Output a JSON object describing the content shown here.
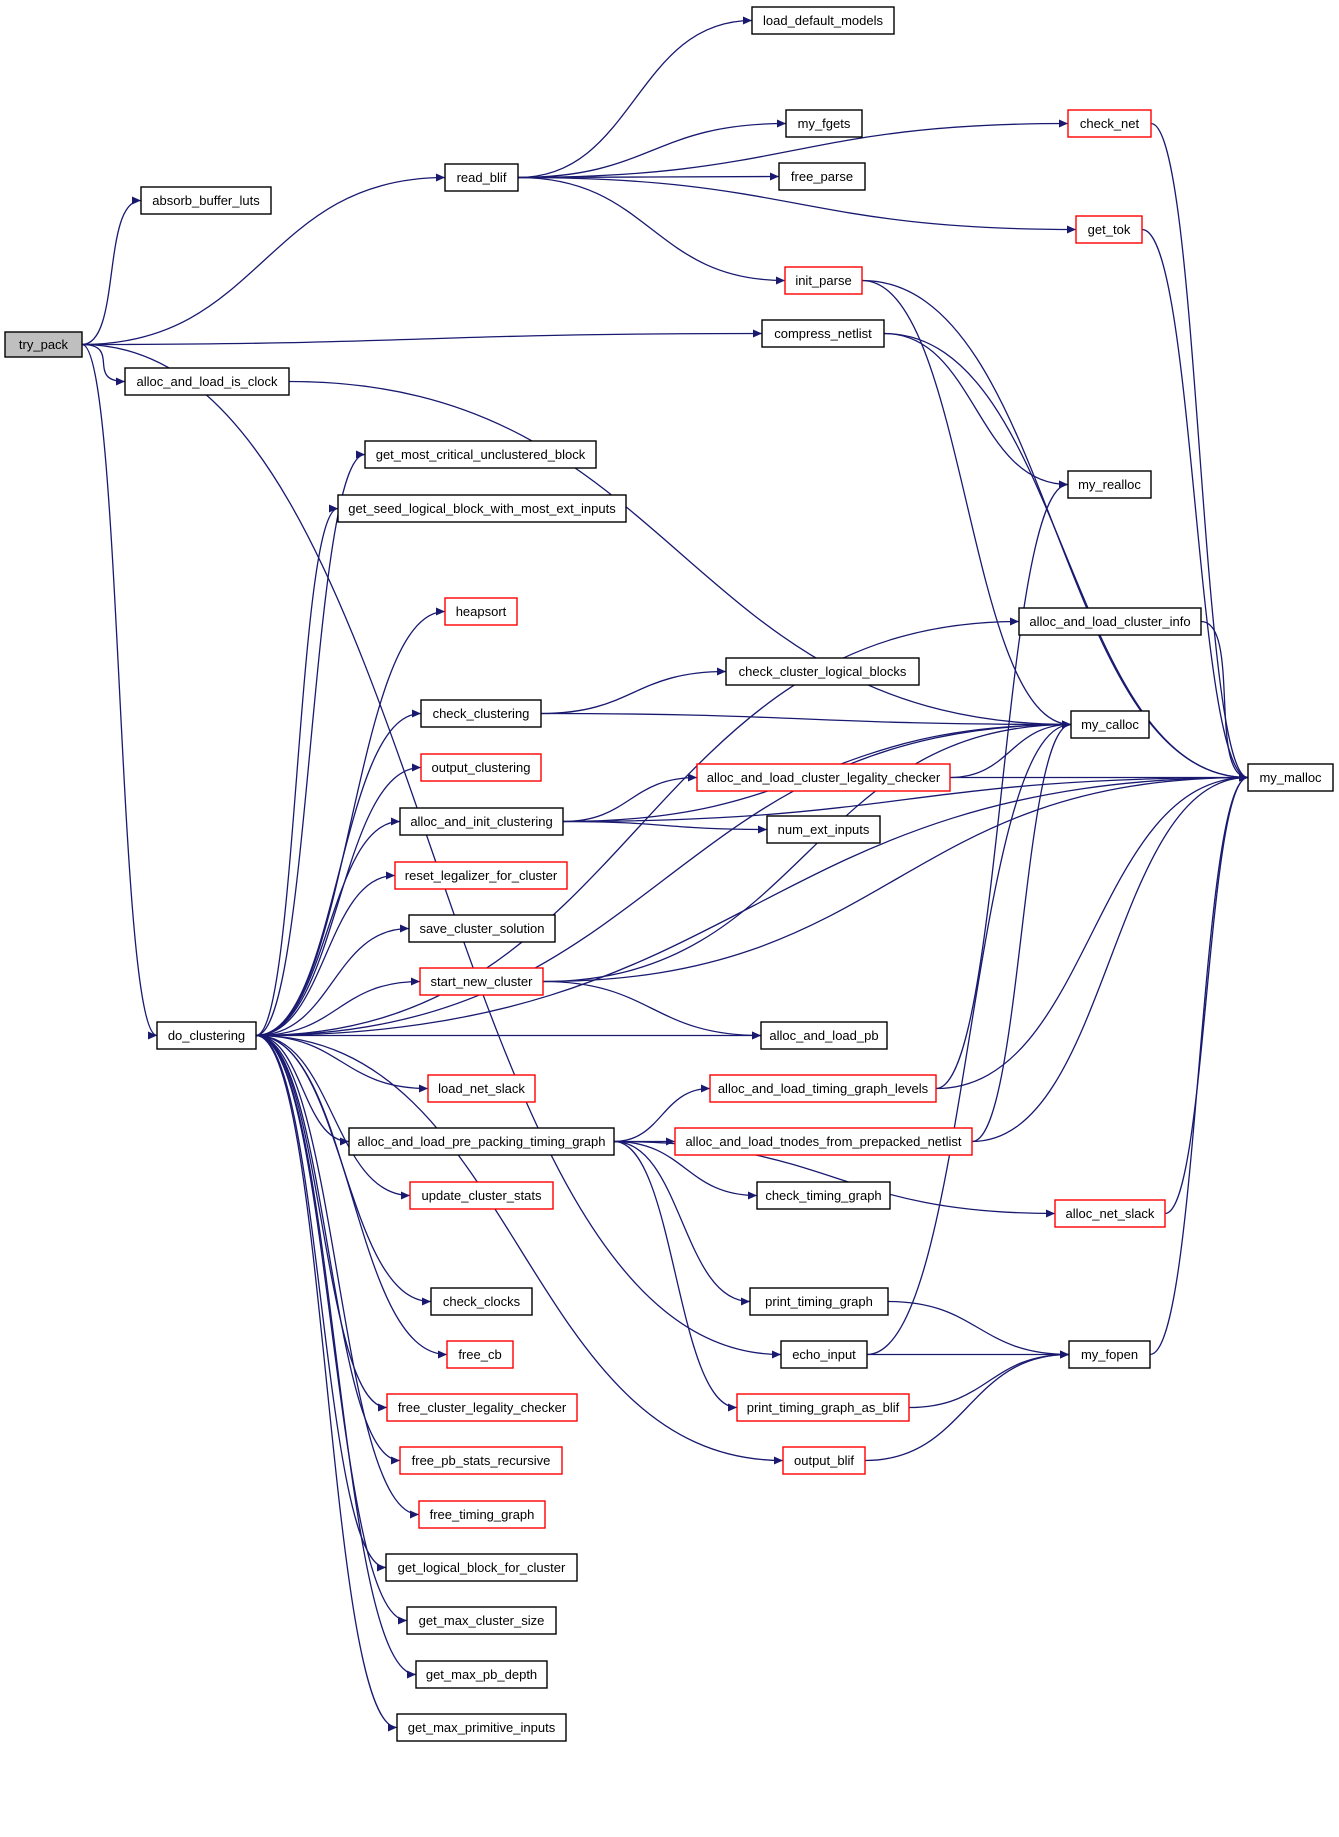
{
  "colors": {
    "edge": "#191970",
    "truncated_border": "#ff0000",
    "normal_border": "#000000",
    "root_fill": "#bfbfbf"
  },
  "nodes": [
    {
      "id": "try_pack",
      "label": "try_pack",
      "style": "root"
    },
    {
      "id": "absorb_buffer_luts",
      "label": "absorb_buffer_luts",
      "style": "normal"
    },
    {
      "id": "read_blif",
      "label": "read_blif",
      "style": "normal"
    },
    {
      "id": "alloc_and_load_is_clock",
      "label": "alloc_and_load_is_clock",
      "style": "normal"
    },
    {
      "id": "do_clustering",
      "label": "do_clustering",
      "style": "normal"
    },
    {
      "id": "load_default_models",
      "label": "load_default_models",
      "style": "normal"
    },
    {
      "id": "my_fgets",
      "label": "my_fgets",
      "style": "normal"
    },
    {
      "id": "free_parse",
      "label": "free_parse",
      "style": "normal"
    },
    {
      "id": "init_parse",
      "label": "init_parse",
      "style": "truncated"
    },
    {
      "id": "compress_netlist",
      "label": "compress_netlist",
      "style": "normal"
    },
    {
      "id": "check_net",
      "label": "check_net",
      "style": "truncated"
    },
    {
      "id": "get_tok",
      "label": "get_tok",
      "style": "truncated"
    },
    {
      "id": "my_realloc",
      "label": "my_realloc",
      "style": "normal"
    },
    {
      "id": "my_calloc",
      "label": "my_calloc",
      "style": "normal"
    },
    {
      "id": "my_malloc",
      "label": "my_malloc",
      "style": "normal"
    },
    {
      "id": "alloc_and_load_cluster_info",
      "label": "alloc_and_load_cluster_info",
      "style": "normal"
    },
    {
      "id": "get_most_critical_unclustered_block",
      "label": "get_most_critical_unclustered_block",
      "style": "normal"
    },
    {
      "id": "get_seed_logical_block_with_most_ext_inputs",
      "label": "get_seed_logical_block_with_most_ext_inputs",
      "style": "normal"
    },
    {
      "id": "heapsort",
      "label": "heapsort",
      "style": "truncated"
    },
    {
      "id": "check_clustering",
      "label": "check_clustering",
      "style": "normal"
    },
    {
      "id": "check_cluster_logical_blocks",
      "label": "check_cluster_logical_blocks",
      "style": "normal"
    },
    {
      "id": "output_clustering",
      "label": "output_clustering",
      "style": "truncated"
    },
    {
      "id": "alloc_and_load_cluster_legality_checker",
      "label": "alloc_and_load_cluster_legality_checker",
      "style": "truncated"
    },
    {
      "id": "alloc_and_init_clustering",
      "label": "alloc_and_init_clustering",
      "style": "normal"
    },
    {
      "id": "num_ext_inputs",
      "label": "num_ext_inputs",
      "style": "normal"
    },
    {
      "id": "reset_legalizer_for_cluster",
      "label": "reset_legalizer_for_cluster",
      "style": "truncated"
    },
    {
      "id": "save_cluster_solution",
      "label": "save_cluster_solution",
      "style": "normal"
    },
    {
      "id": "start_new_cluster",
      "label": "start_new_cluster",
      "style": "truncated"
    },
    {
      "id": "alloc_and_load_pb",
      "label": "alloc_and_load_pb",
      "style": "normal"
    },
    {
      "id": "load_net_slack",
      "label": "load_net_slack",
      "style": "truncated"
    },
    {
      "id": "alloc_and_load_timing_graph_levels",
      "label": "alloc_and_load_timing_graph_levels",
      "style": "truncated"
    },
    {
      "id": "alloc_and_load_pre_packing_timing_graph",
      "label": "alloc_and_load_pre_packing_timing_graph",
      "style": "normal"
    },
    {
      "id": "alloc_and_load_tnodes_from_prepacked_netlist",
      "label": "alloc_and_load_tnodes_from_prepacked_netlist",
      "style": "truncated"
    },
    {
      "id": "update_cluster_stats",
      "label": "update_cluster_stats",
      "style": "truncated"
    },
    {
      "id": "check_timing_graph",
      "label": "check_timing_graph",
      "style": "normal"
    },
    {
      "id": "alloc_net_slack",
      "label": "alloc_net_slack",
      "style": "truncated"
    },
    {
      "id": "check_clocks",
      "label": "check_clocks",
      "style": "normal"
    },
    {
      "id": "print_timing_graph",
      "label": "print_timing_graph",
      "style": "normal"
    },
    {
      "id": "free_cb",
      "label": "free_cb",
      "style": "truncated"
    },
    {
      "id": "echo_input",
      "label": "echo_input",
      "style": "normal"
    },
    {
      "id": "my_fopen",
      "label": "my_fopen",
      "style": "normal"
    },
    {
      "id": "free_cluster_legality_checker",
      "label": "free_cluster_legality_checker",
      "style": "truncated"
    },
    {
      "id": "print_timing_graph_as_blif",
      "label": "print_timing_graph_as_blif",
      "style": "truncated"
    },
    {
      "id": "free_pb_stats_recursive",
      "label": "free_pb_stats_recursive",
      "style": "truncated"
    },
    {
      "id": "output_blif",
      "label": "output_blif",
      "style": "truncated"
    },
    {
      "id": "free_timing_graph",
      "label": "free_timing_graph",
      "style": "truncated"
    },
    {
      "id": "get_logical_block_for_cluster",
      "label": "get_logical_block_for_cluster",
      "style": "normal"
    },
    {
      "id": "get_max_cluster_size",
      "label": "get_max_cluster_size",
      "style": "normal"
    },
    {
      "id": "get_max_pb_depth",
      "label": "get_max_pb_depth",
      "style": "normal"
    },
    {
      "id": "get_max_primitive_inputs",
      "label": "get_max_primitive_inputs",
      "style": "normal"
    }
  ],
  "edges": [
    [
      "try_pack",
      "absorb_buffer_luts"
    ],
    [
      "try_pack",
      "read_blif"
    ],
    [
      "try_pack",
      "compress_netlist"
    ],
    [
      "try_pack",
      "alloc_and_load_is_clock"
    ],
    [
      "try_pack",
      "do_clustering"
    ],
    [
      "try_pack",
      "echo_input"
    ],
    [
      "read_blif",
      "load_default_models"
    ],
    [
      "read_blif",
      "check_net"
    ],
    [
      "read_blif",
      "my_fgets"
    ],
    [
      "read_blif",
      "free_parse"
    ],
    [
      "read_blif",
      "get_tok"
    ],
    [
      "read_blif",
      "init_parse"
    ],
    [
      "check_net",
      "my_malloc"
    ],
    [
      "get_tok",
      "my_malloc"
    ],
    [
      "init_parse",
      "my_malloc"
    ],
    [
      "init_parse",
      "my_calloc"
    ],
    [
      "compress_netlist",
      "my_malloc"
    ],
    [
      "compress_netlist",
      "my_realloc"
    ],
    [
      "alloc_and_load_is_clock",
      "my_calloc"
    ],
    [
      "do_clustering",
      "my_malloc"
    ],
    [
      "do_clustering",
      "get_most_critical_unclustered_block"
    ],
    [
      "do_clustering",
      "get_seed_logical_block_with_most_ext_inputs"
    ],
    [
      "do_clustering",
      "my_calloc"
    ],
    [
      "do_clustering",
      "heapsort"
    ],
    [
      "do_clustering",
      "alloc_and_load_cluster_info"
    ],
    [
      "do_clustering",
      "check_clustering"
    ],
    [
      "do_clustering",
      "output_clustering"
    ],
    [
      "do_clustering",
      "alloc_and_init_clustering"
    ],
    [
      "do_clustering",
      "reset_legalizer_for_cluster"
    ],
    [
      "do_clustering",
      "save_cluster_solution"
    ],
    [
      "do_clustering",
      "start_new_cluster"
    ],
    [
      "do_clustering",
      "alloc_and_load_pb"
    ],
    [
      "do_clustering",
      "load_net_slack"
    ],
    [
      "do_clustering",
      "alloc_and_load_pre_packing_timing_graph"
    ],
    [
      "do_clustering",
      "update_cluster_stats"
    ],
    [
      "do_clustering",
      "output_blif"
    ],
    [
      "do_clustering",
      "check_clocks"
    ],
    [
      "do_clustering",
      "free_cb"
    ],
    [
      "do_clustering",
      "free_cluster_legality_checker"
    ],
    [
      "do_clustering",
      "free_pb_stats_recursive"
    ],
    [
      "do_clustering",
      "free_timing_graph"
    ],
    [
      "do_clustering",
      "get_logical_block_for_cluster"
    ],
    [
      "do_clustering",
      "get_max_cluster_size"
    ],
    [
      "do_clustering",
      "get_max_pb_depth"
    ],
    [
      "do_clustering",
      "get_max_primitive_inputs"
    ],
    [
      "alloc_and_load_cluster_info",
      "my_malloc"
    ],
    [
      "check_clustering",
      "my_calloc"
    ],
    [
      "check_clustering",
      "check_cluster_logical_blocks"
    ],
    [
      "alloc_and_init_clustering",
      "my_calloc"
    ],
    [
      "alloc_and_init_clustering",
      "alloc_and_load_cluster_legality_checker"
    ],
    [
      "alloc_and_init_clustering",
      "num_ext_inputs"
    ],
    [
      "alloc_and_init_clustering",
      "my_malloc"
    ],
    [
      "alloc_and_load_cluster_legality_checker",
      "my_calloc"
    ],
    [
      "alloc_and_load_cluster_legality_checker",
      "my_malloc"
    ],
    [
      "start_new_cluster",
      "my_calloc"
    ],
    [
      "start_new_cluster",
      "my_malloc"
    ],
    [
      "start_new_cluster",
      "alloc_and_load_pb"
    ],
    [
      "alloc_and_load_pre_packing_timing_graph",
      "alloc_and_load_timing_graph_levels"
    ],
    [
      "alloc_and_load_pre_packing_timing_graph",
      "alloc_and_load_tnodes_from_prepacked_netlist"
    ],
    [
      "alloc_and_load_pre_packing_timing_graph",
      "check_timing_graph"
    ],
    [
      "alloc_and_load_pre_packing_timing_graph",
      "alloc_net_slack"
    ],
    [
      "alloc_and_load_pre_packing_timing_graph",
      "print_timing_graph"
    ],
    [
      "alloc_and_load_pre_packing_timing_graph",
      "print_timing_graph_as_blif"
    ],
    [
      "alloc_and_load_timing_graph_levels",
      "my_realloc"
    ],
    [
      "alloc_and_load_timing_graph_levels",
      "my_malloc"
    ],
    [
      "alloc_and_load_tnodes_from_prepacked_netlist",
      "my_calloc"
    ],
    [
      "alloc_and_load_tnodes_from_prepacked_netlist",
      "my_malloc"
    ],
    [
      "alloc_net_slack",
      "my_malloc"
    ],
    [
      "print_timing_graph",
      "my_fopen"
    ],
    [
      "echo_input",
      "my_fopen"
    ],
    [
      "echo_input",
      "my_calloc"
    ],
    [
      "print_timing_graph_as_blif",
      "my_fopen"
    ],
    [
      "output_blif",
      "my_fopen"
    ],
    [
      "my_fopen",
      "my_malloc"
    ]
  ]
}
